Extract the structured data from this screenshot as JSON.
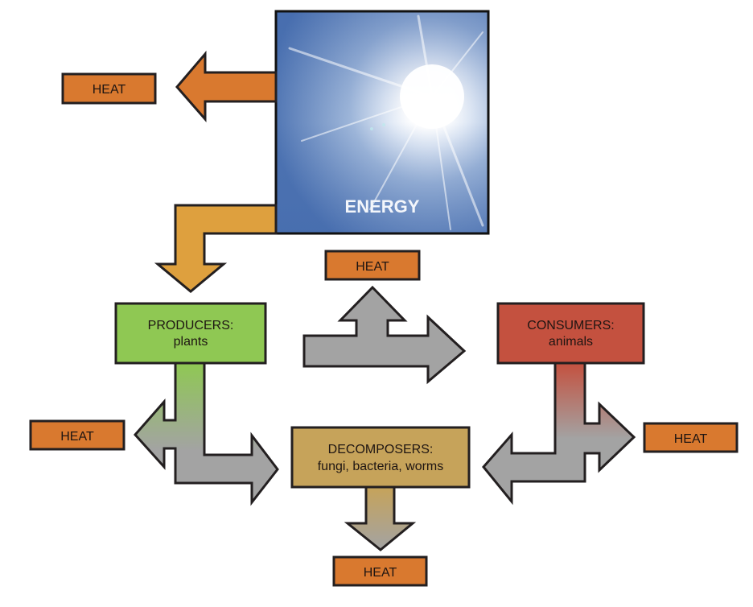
{
  "diagram": {
    "title": "Energy flow through an ecosystem",
    "energy": {
      "label": "ENERGY",
      "icon": "sun-icon"
    },
    "nodes": {
      "producers": {
        "title": "PRODUCERS:",
        "subtitle": "plants",
        "color": "#8fc853"
      },
      "consumers": {
        "title": "CONSUMERS:",
        "subtitle": "animals",
        "color": "#c4513f"
      },
      "decomposers": {
        "title": "DECOMPOSERS:",
        "subtitle": "fungi, bacteria, worms",
        "color": "#c6a35a"
      }
    },
    "heat": {
      "label": "HEAT",
      "color": "#d9792f",
      "from_energy": "HEAT",
      "from_producers_to_consumers": "HEAT",
      "from_producers": "HEAT",
      "from_consumers": "HEAT",
      "from_decomposers": "HEAT"
    },
    "arrows": {
      "energy_to_heat_color": "#d9792f",
      "energy_to_producers_color": "#dea03e",
      "flow_color": "#a3a3a3",
      "outline_color": "#231f20"
    },
    "flows": [
      {
        "from": "ENERGY",
        "to": "HEAT"
      },
      {
        "from": "ENERGY",
        "to": "PRODUCERS"
      },
      {
        "from": "PRODUCERS",
        "to": "CONSUMERS"
      },
      {
        "from": "PRODUCERS",
        "to": "HEAT"
      },
      {
        "from": "PRODUCERS",
        "to": "DECOMPOSERS"
      },
      {
        "from": "CONSUMERS",
        "to": "HEAT"
      },
      {
        "from": "CONSUMERS",
        "to": "DECOMPOSERS"
      },
      {
        "from": "DECOMPOSERS",
        "to": "HEAT"
      }
    ]
  }
}
